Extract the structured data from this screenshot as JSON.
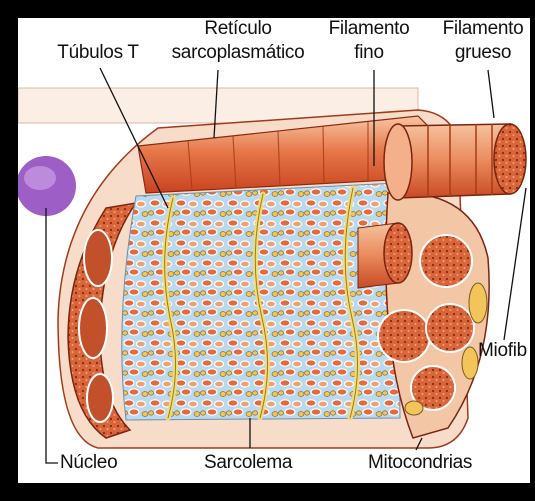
{
  "labels": {
    "tubulos_t": "Túbulos T",
    "reticulo_1": "Retículo",
    "reticulo_2": "sarcoplasmático",
    "fino_1": "Filamento",
    "fino_2": "fino",
    "grueso_1": "Filamento",
    "grueso_2": "grueso",
    "miofibrilla": "Miofib",
    "nucleo": "Núcleo",
    "sarcolema": "Sarcolema",
    "mitocondrias": "Mitocondrias"
  },
  "colors": {
    "frame": "#000000",
    "background": "#ffffff",
    "fiber_red": "#d9522b",
    "fiber_orange": "#ef9a6a",
    "fiber_highlight": "#f6c6a3",
    "cytoplasm_blue": "#b9d9ef",
    "tubule_yellow": "#f0dd7a",
    "nucleus_purple": "#9d5fc6"
  }
}
